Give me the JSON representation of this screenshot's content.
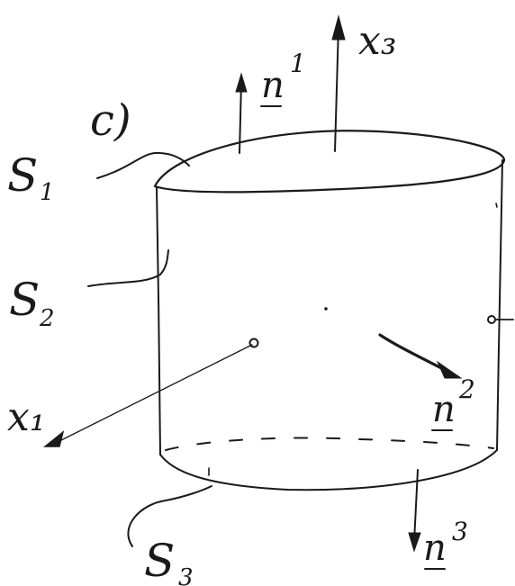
{
  "figure": {
    "panel_label": "c)",
    "axes": {
      "x1": "x₁",
      "x3": "x₃"
    },
    "surfaces": {
      "s1": {
        "letter": "S",
        "index": "1"
      },
      "s2": {
        "letter": "S",
        "index": "2"
      },
      "s3": {
        "letter": "S",
        "index": "3"
      }
    },
    "normals": {
      "n1": {
        "letter": "n",
        "index": "1"
      },
      "n2": {
        "letter": "n",
        "index": "2"
      },
      "n3": {
        "letter": "n",
        "index": "3"
      }
    }
  }
}
